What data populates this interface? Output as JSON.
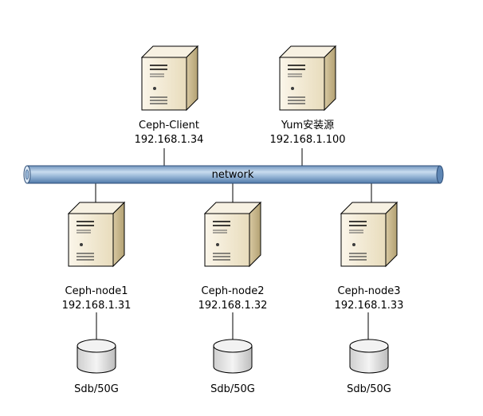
{
  "network": {
    "label": "network"
  },
  "servers": [
    {
      "name": "Ceph-Client",
      "ip": "192.168.1.34"
    },
    {
      "name": "Yum安装源",
      "ip": "192.168.1.100"
    },
    {
      "name": "Ceph-node1",
      "ip": "192.168.1.31"
    },
    {
      "name": "Ceph-node2",
      "ip": "192.168.1.32"
    },
    {
      "name": "Ceph-node3",
      "ip": "192.168.1.33"
    }
  ],
  "disks": [
    {
      "label": "Sdb/50G"
    },
    {
      "label": "Sdb/50G"
    },
    {
      "label": "Sdb/50G"
    }
  ],
  "colors": {
    "server_front": "#efe6cf",
    "server_side": "#c9b98f",
    "server_top": "#f7f1e2",
    "pipe": "#a8c4e0",
    "pipe_dark": "#4f78a8",
    "disk": "#e6e6e6"
  }
}
